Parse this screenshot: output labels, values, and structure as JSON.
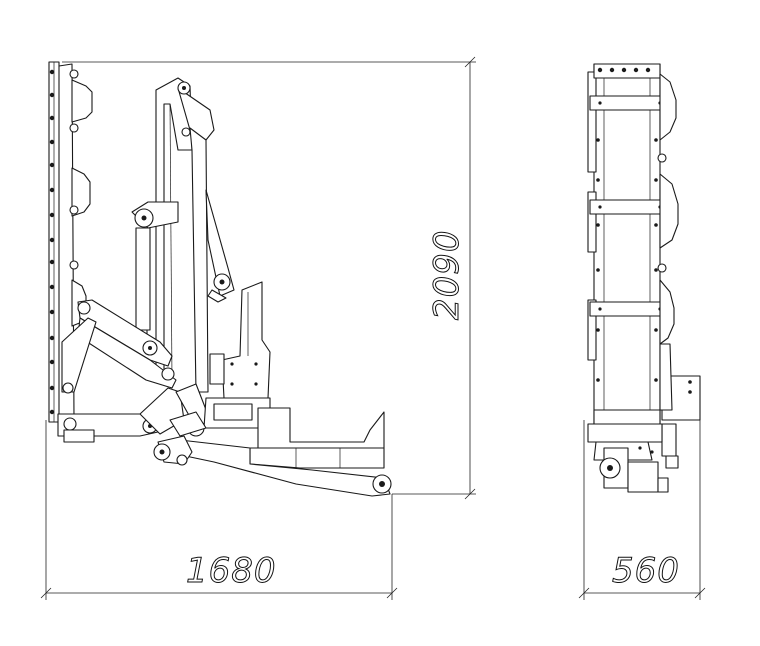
{
  "dimensions": {
    "height": "2090",
    "side_width": "1680",
    "front_width": "560"
  }
}
